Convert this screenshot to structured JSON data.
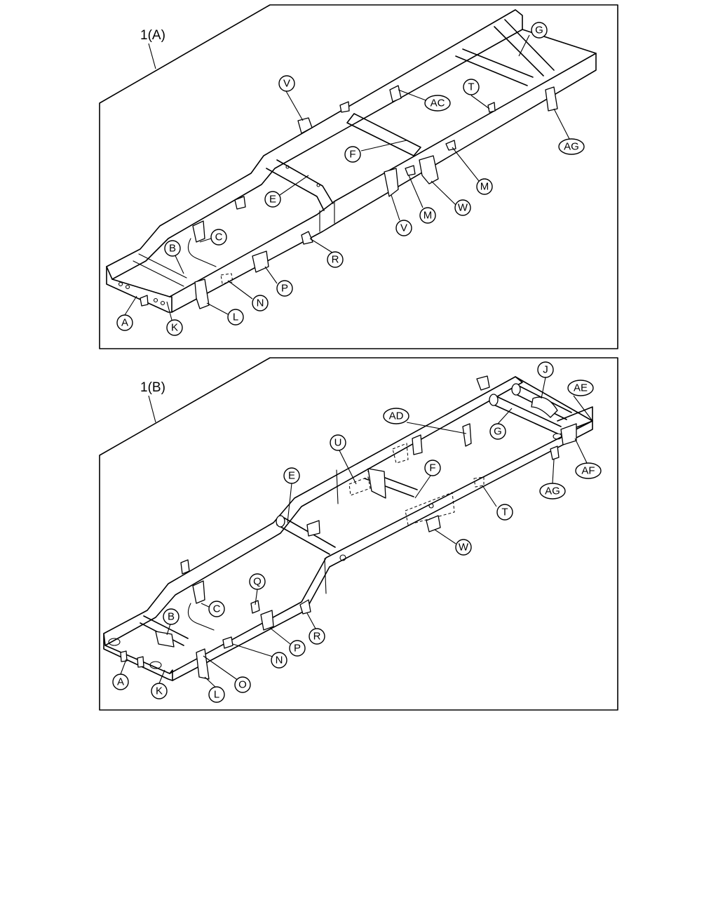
{
  "panels": [
    {
      "title": "1(A)",
      "labels": [
        "A",
        "B",
        "C",
        "E",
        "F",
        "G",
        "K",
        "L",
        "M",
        "M",
        "N",
        "P",
        "R",
        "T",
        "V",
        "V",
        "W",
        "AC",
        "AG"
      ]
    },
    {
      "title": "1(B)",
      "labels": [
        "A",
        "B",
        "C",
        "E",
        "F",
        "G",
        "J",
        "K",
        "L",
        "N",
        "O",
        "P",
        "Q",
        "R",
        "T",
        "U",
        "W",
        "AD",
        "AE",
        "AF",
        "AG"
      ]
    }
  ]
}
